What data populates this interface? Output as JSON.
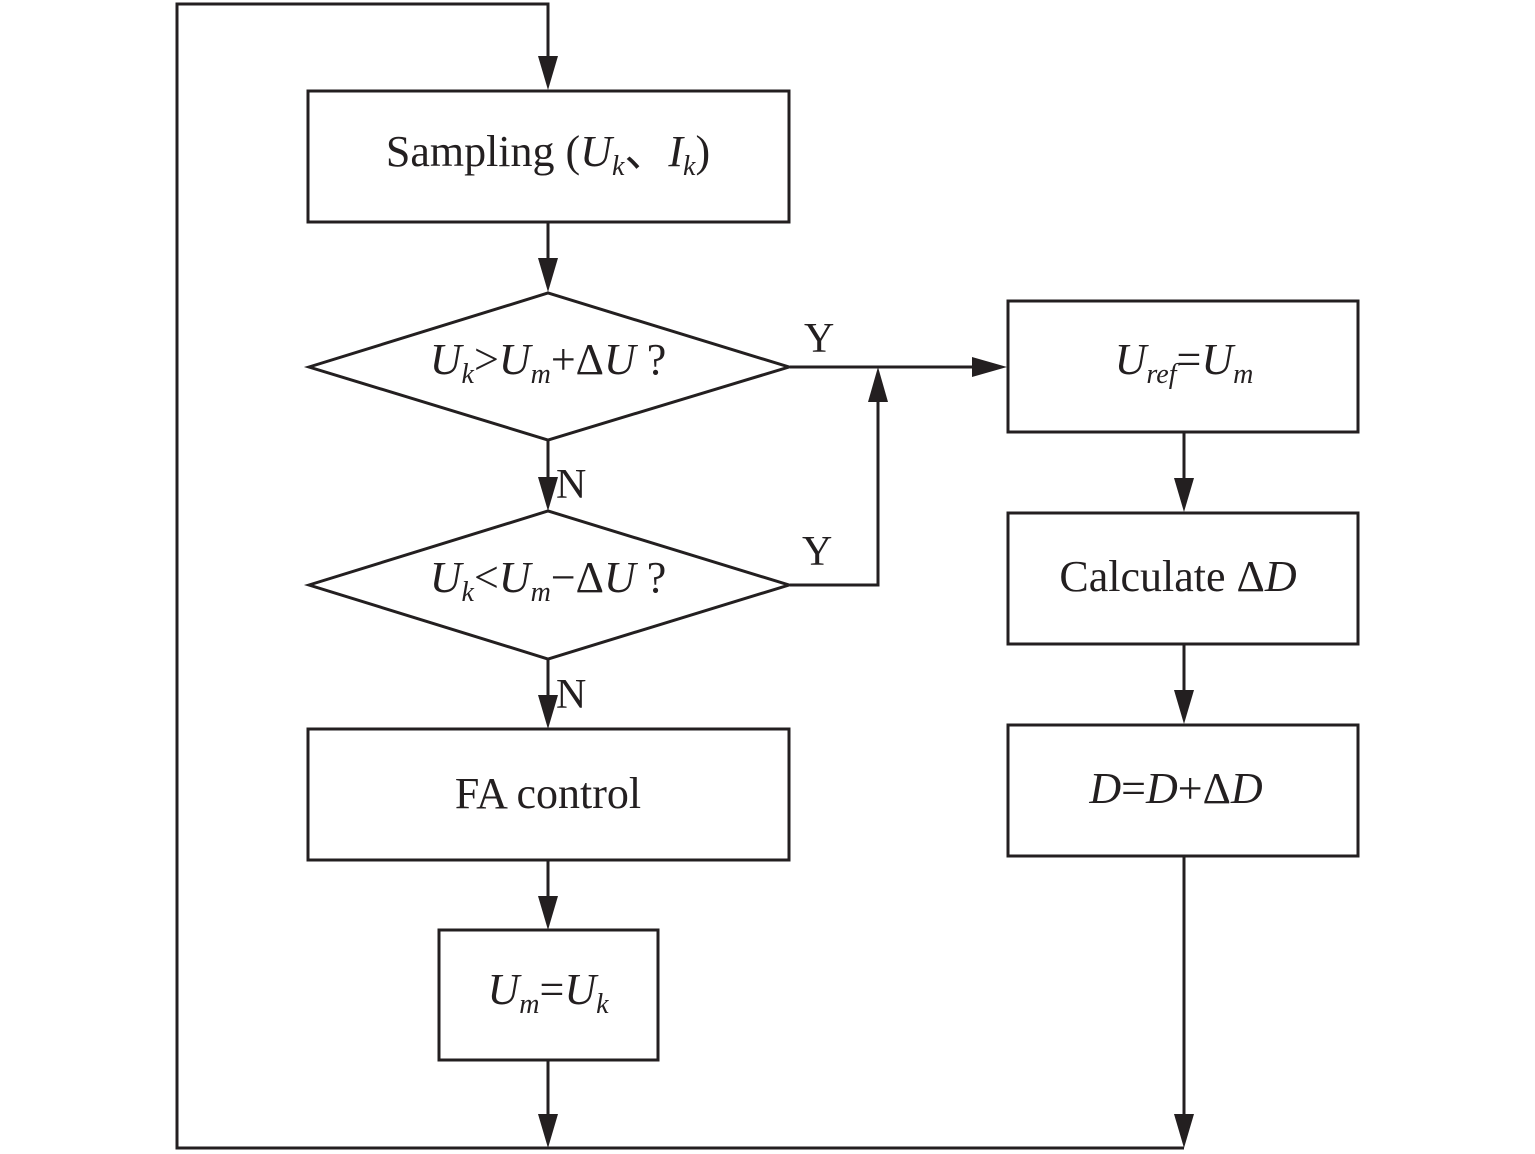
{
  "nodes": {
    "sampling": {
      "label": "Sampling (",
      "var1": "U",
      "var1_sub": "k",
      "sep": "、",
      "var2": "I",
      "var2_sub": "k",
      "close": ")"
    },
    "decision_upper": {
      "lhs": "U",
      "lhs_sub": "k",
      "op": ">",
      "rhs": "U",
      "rhs_sub": "m",
      "plus": "+Δ",
      "delta_var": "U",
      "question": " ?"
    },
    "decision_lower": {
      "lhs": "U",
      "lhs_sub": "k",
      "op": "<",
      "rhs": "U",
      "rhs_sub": "m",
      "minus": "−Δ",
      "delta_var": "U",
      "question": " ?"
    },
    "fa_control": {
      "label": "FA control"
    },
    "um_update": {
      "lhs": "U",
      "lhs_sub": "m",
      "eq": "=",
      "rhs": "U",
      "rhs_sub": "k"
    },
    "uref_set": {
      "lhs": "U",
      "lhs_sub": "ref",
      "eq": "=",
      "rhs": "U",
      "rhs_sub": "m"
    },
    "calc_delta": {
      "label": "Calculate Δ",
      "var": "D"
    },
    "d_update": {
      "lhs": "D",
      "eq": "=",
      "rhs": "D",
      "plus": "+Δ",
      "var": "D"
    }
  },
  "edge_labels": {
    "upper_yes": "Y",
    "upper_no": "N",
    "lower_yes": "Y",
    "lower_no": "N"
  }
}
